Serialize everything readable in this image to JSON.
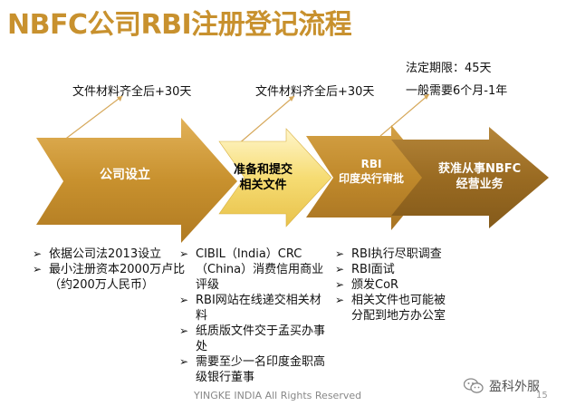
{
  "title": "NBFC公司RBI注册登记流程",
  "notes": {
    "first": "文件材料齐全后+30天",
    "second": "文件材料齐全后+30天",
    "deadline_line1": "法定期限：45天",
    "deadline_line2": "一般需要6个月-1年"
  },
  "stages": [
    {
      "label": "公司设立",
      "color": "#c8912e"
    },
    {
      "line1": "准备和提交",
      "line2": "相关文件",
      "color": "#ffffff"
    },
    {
      "line1": "RBI",
      "line2": "印度央行审批",
      "color": "#c8912e"
    },
    {
      "line1": "获准从事NBFC",
      "line2": "经营业务",
      "color": "#a8762a"
    }
  ],
  "columns": {
    "col1": [
      "依据公司法2013设立",
      "最小注册资本2000万卢比（约200万人民币）"
    ],
    "col2": [
      "CIBIL（India）CRC（China）消费信用商业评级",
      "RBI网站在线递交相关材料",
      "纸质版文件交于孟买办事处",
      "需要至少一名印度金职高级银行董事"
    ],
    "col3": [
      "RBI执行尽职调查",
      "RBI面试",
      "颁发CoR",
      "相关文件也可能被分配到地方办公室"
    ]
  },
  "footer": "YINGKE INDIA All Rights Reserved",
  "page_number": "15",
  "brand": "盈科外服",
  "icons": {
    "bullet": "check-arrow-icon",
    "brand": "wechat-icon"
  }
}
